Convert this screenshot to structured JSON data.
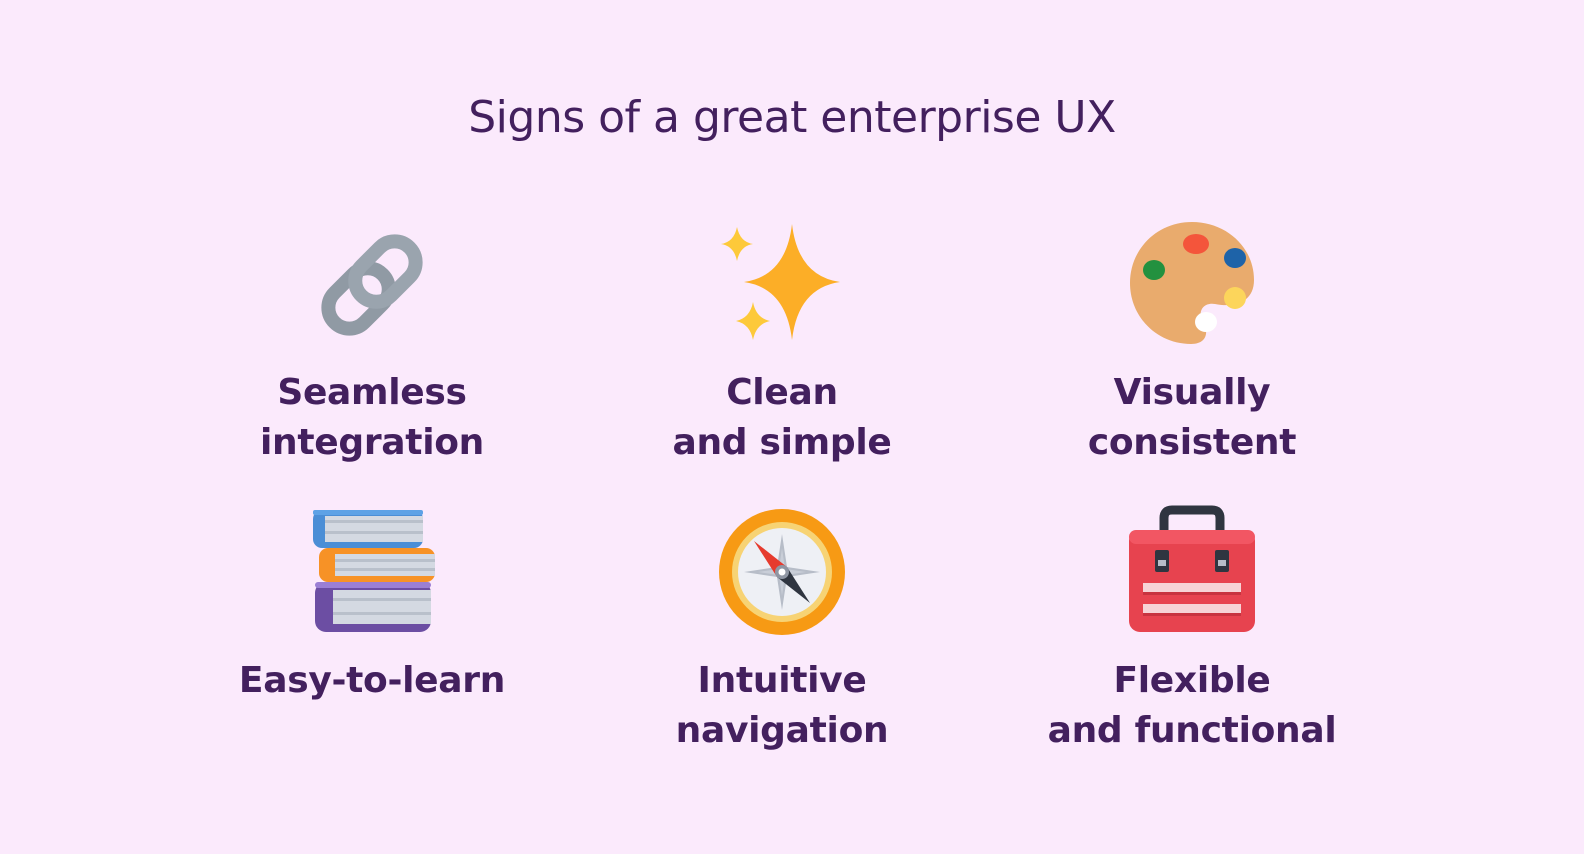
{
  "title": "Signs of a great enterprise UX",
  "items": [
    {
      "line1": "Seamless",
      "line2": "integration",
      "icon": "chain-link-icon"
    },
    {
      "line1": "Clean",
      "line2": "and simple",
      "icon": "sparkles-icon"
    },
    {
      "line1": "Visually",
      "line2": "consistent",
      "icon": "palette-icon"
    },
    {
      "line1": "Easy-to-learn",
      "line2": "",
      "icon": "books-icon"
    },
    {
      "line1": "Intuitive",
      "line2": "navigation",
      "icon": "compass-icon"
    },
    {
      "line1": "Flexible",
      "line2": "and functional",
      "icon": "toolbox-icon"
    }
  ],
  "colors": {
    "background": "#fbeafc",
    "text": "#43205e"
  }
}
